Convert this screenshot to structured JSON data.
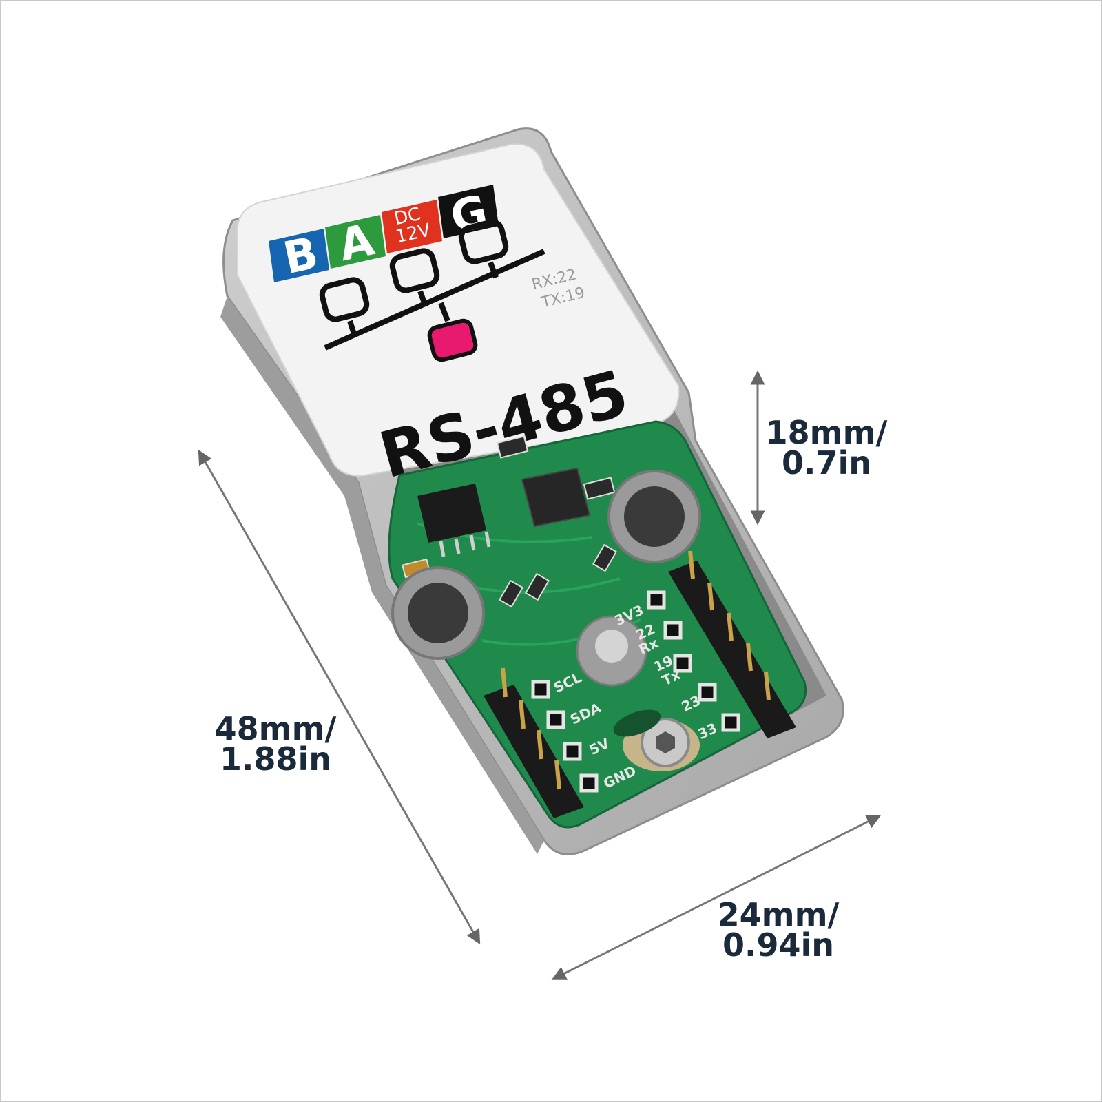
{
  "label": {
    "letter_b": "B",
    "letter_a": "A",
    "power_line1": "DC",
    "power_line2": "12V",
    "letter_g": "G",
    "pins_rx": "RX:22",
    "pins_tx": "TX:19",
    "module_name": "RS-485"
  },
  "pcb": {
    "pin_3v3": "3V3",
    "pin_22": "22",
    "pin_rx": "Rx",
    "pin_19": "19",
    "pin_tx": "Tx",
    "pin_23": "23",
    "pin_33": "33",
    "pin_scl": "SCL",
    "pin_sda": "SDA",
    "pin_5v": "5V",
    "pin_gnd": "GND"
  },
  "dimensions": {
    "height": {
      "line1": "18mm/",
      "line2": "0.7in"
    },
    "length": {
      "line1": "48mm/",
      "line2": "1.88in"
    },
    "width": {
      "line1": "24mm/",
      "line2": "0.94in"
    }
  },
  "colors": {
    "b_block": "#1565b0",
    "a_block": "#2e9a3e",
    "dc_block": "#e0321e",
    "g_block": "#111111",
    "node_highlight": "#e8196e",
    "pcb_green": "#1f8a4c",
    "case_gray": "#b9b9b9"
  }
}
